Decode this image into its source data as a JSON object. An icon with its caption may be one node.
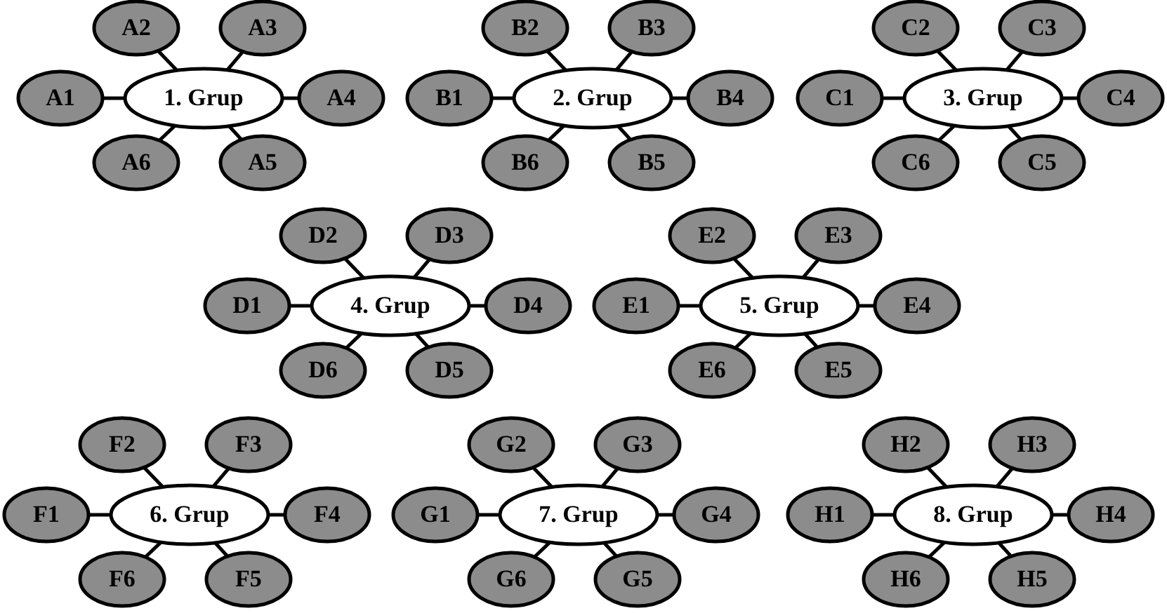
{
  "diagram": {
    "nodes": [
      {
        "text": [
          "1. Grup"
        ]
      },
      {
        "text": [
          "A1"
        ]
      },
      {
        "text": [
          "A2"
        ]
      },
      {
        "text": [
          "A3"
        ]
      },
      {
        "text": [
          "A4"
        ]
      },
      {
        "text": [
          "A5"
        ]
      },
      {
        "text": [
          "A6"
        ]
      },
      {
        "text": [
          "2. Grup"
        ]
      },
      {
        "text": [
          "B1"
        ]
      },
      {
        "text": [
          "B2"
        ]
      },
      {
        "text": [
          "B3"
        ]
      },
      {
        "text": [
          "B4"
        ]
      },
      {
        "text": [
          "B5"
        ]
      },
      {
        "text": [
          "B6"
        ]
      },
      {
        "text": [
          "3. Grup"
        ]
      },
      {
        "text": [
          "C1"
        ]
      },
      {
        "text": [
          "C2"
        ]
      },
      {
        "text": [
          "C3"
        ]
      },
      {
        "text": [
          "C4"
        ]
      },
      {
        "text": [
          "C5"
        ]
      },
      {
        "text": [
          "C6"
        ]
      },
      {
        "text": [
          "4. Grup"
        ]
      },
      {
        "text": [
          "D1"
        ]
      },
      {
        "text": [
          "D2"
        ]
      },
      {
        "text": [
          "D3"
        ]
      },
      {
        "text": [
          "D4"
        ]
      },
      {
        "text": [
          "D5"
        ]
      },
      {
        "text": [
          "D6"
        ]
      },
      {
        "text": [
          "5. Grup"
        ]
      },
      {
        "text": [
          "E1"
        ]
      },
      {
        "text": [
          "E2"
        ]
      },
      {
        "text": [
          "E3"
        ]
      },
      {
        "text": [
          "E4"
        ]
      },
      {
        "text": [
          "E5"
        ]
      },
      {
        "text": [
          "E6"
        ]
      },
      {
        "text": [
          "6. Grup"
        ]
      },
      {
        "text": [
          "F1"
        ]
      },
      {
        "text": [
          "F2"
        ]
      },
      {
        "text": [
          "F3"
        ]
      },
      {
        "text": [
          "F4"
        ]
      },
      {
        "text": [
          "F5"
        ]
      },
      {
        "text": [
          "F6"
        ]
      },
      {
        "text": [
          "7. Grup"
        ]
      },
      {
        "text": [
          "G1"
        ]
      },
      {
        "text": [
          "G2"
        ]
      },
      {
        "text": [
          "G3"
        ]
      },
      {
        "text": [
          "G4"
        ]
      },
      {
        "text": [
          "G5"
        ]
      },
      {
        "text": [
          "G6"
        ]
      },
      {
        "text": [
          "8. Grup"
        ]
      },
      {
        "text": [
          "H1"
        ]
      },
      {
        "text": [
          "H2"
        ]
      },
      {
        "text": [
          "H3"
        ]
      },
      {
        "text": [
          "H4"
        ]
      },
      {
        "text": [
          "H5"
        ]
      },
      {
        "text": [
          "H6"
        ]
      }
    ],
    "edges": [
      {
        "from": 0,
        "to": 1,
        "arrow": "none"
      },
      {
        "from": 0,
        "to": 2,
        "arrow": "none"
      },
      {
        "from": 0,
        "to": 3,
        "arrow": "none"
      },
      {
        "from": 0,
        "to": 4,
        "arrow": "none"
      },
      {
        "from": 0,
        "to": 5,
        "arrow": "none"
      },
      {
        "from": 0,
        "to": 6,
        "arrow": "none"
      },
      {
        "from": 7,
        "to": 8,
        "arrow": "none"
      },
      {
        "from": 7,
        "to": 9,
        "arrow": "none"
      },
      {
        "from": 7,
        "to": 10,
        "arrow": "none"
      },
      {
        "from": 7,
        "to": 11,
        "arrow": "none"
      },
      {
        "from": 7,
        "to": 12,
        "arrow": "none"
      },
      {
        "from": 7,
        "to": 13,
        "arrow": "none"
      },
      {
        "from": 14,
        "to": 15,
        "arrow": "none"
      },
      {
        "from": 14,
        "to": 16,
        "arrow": "none"
      },
      {
        "from": 14,
        "to": 17,
        "arrow": "none"
      },
      {
        "from": 14,
        "to": 18,
        "arrow": "none"
      },
      {
        "from": 14,
        "to": 19,
        "arrow": "none"
      },
      {
        "from": 14,
        "to": 20,
        "arrow": "none"
      },
      {
        "from": 21,
        "to": 22,
        "arrow": "none"
      },
      {
        "from": 21,
        "to": 23,
        "arrow": "none"
      },
      {
        "from": 21,
        "to": 24,
        "arrow": "none"
      },
      {
        "from": 21,
        "to": 25,
        "arrow": "none"
      },
      {
        "from": 21,
        "to": 26,
        "arrow": "none"
      },
      {
        "from": 21,
        "to": 27,
        "arrow": "none"
      },
      {
        "from": 28,
        "to": 29,
        "arrow": "none"
      },
      {
        "from": 28,
        "to": 30,
        "arrow": "none"
      },
      {
        "from": 28,
        "to": 31,
        "arrow": "none"
      },
      {
        "from": 28,
        "to": 32,
        "arrow": "none"
      },
      {
        "from": 28,
        "to": 33,
        "arrow": "none"
      },
      {
        "from": 28,
        "to": 34,
        "arrow": "none"
      },
      {
        "from": 35,
        "to": 36,
        "arrow": "none"
      },
      {
        "from": 35,
        "to": 37,
        "arrow": "none"
      },
      {
        "from": 35,
        "to": 38,
        "arrow": "none"
      },
      {
        "from": 35,
        "to": 39,
        "arrow": "none"
      },
      {
        "from": 35,
        "to": 40,
        "arrow": "none"
      },
      {
        "from": 35,
        "to": 41,
        "arrow": "none"
      },
      {
        "from": 42,
        "to": 43,
        "arrow": "none"
      },
      {
        "from": 42,
        "to": 44,
        "arrow": "none"
      },
      {
        "from": 42,
        "to": 45,
        "arrow": "none"
      },
      {
        "from": 42,
        "to": 46,
        "arrow": "none"
      },
      {
        "from": 42,
        "to": 47,
        "arrow": "none"
      },
      {
        "from": 42,
        "to": 48,
        "arrow": "none"
      },
      {
        "from": 49,
        "to": 50,
        "arrow": "none"
      },
      {
        "from": 49,
        "to": 51,
        "arrow": "none"
      },
      {
        "from": 49,
        "to": 52,
        "arrow": "none"
      },
      {
        "from": 49,
        "to": 53,
        "arrow": "none"
      },
      {
        "from": 49,
        "to": 54,
        "arrow": "none"
      },
      {
        "from": 49,
        "to": 55,
        "arrow": "none"
      }
    ]
  }
}
